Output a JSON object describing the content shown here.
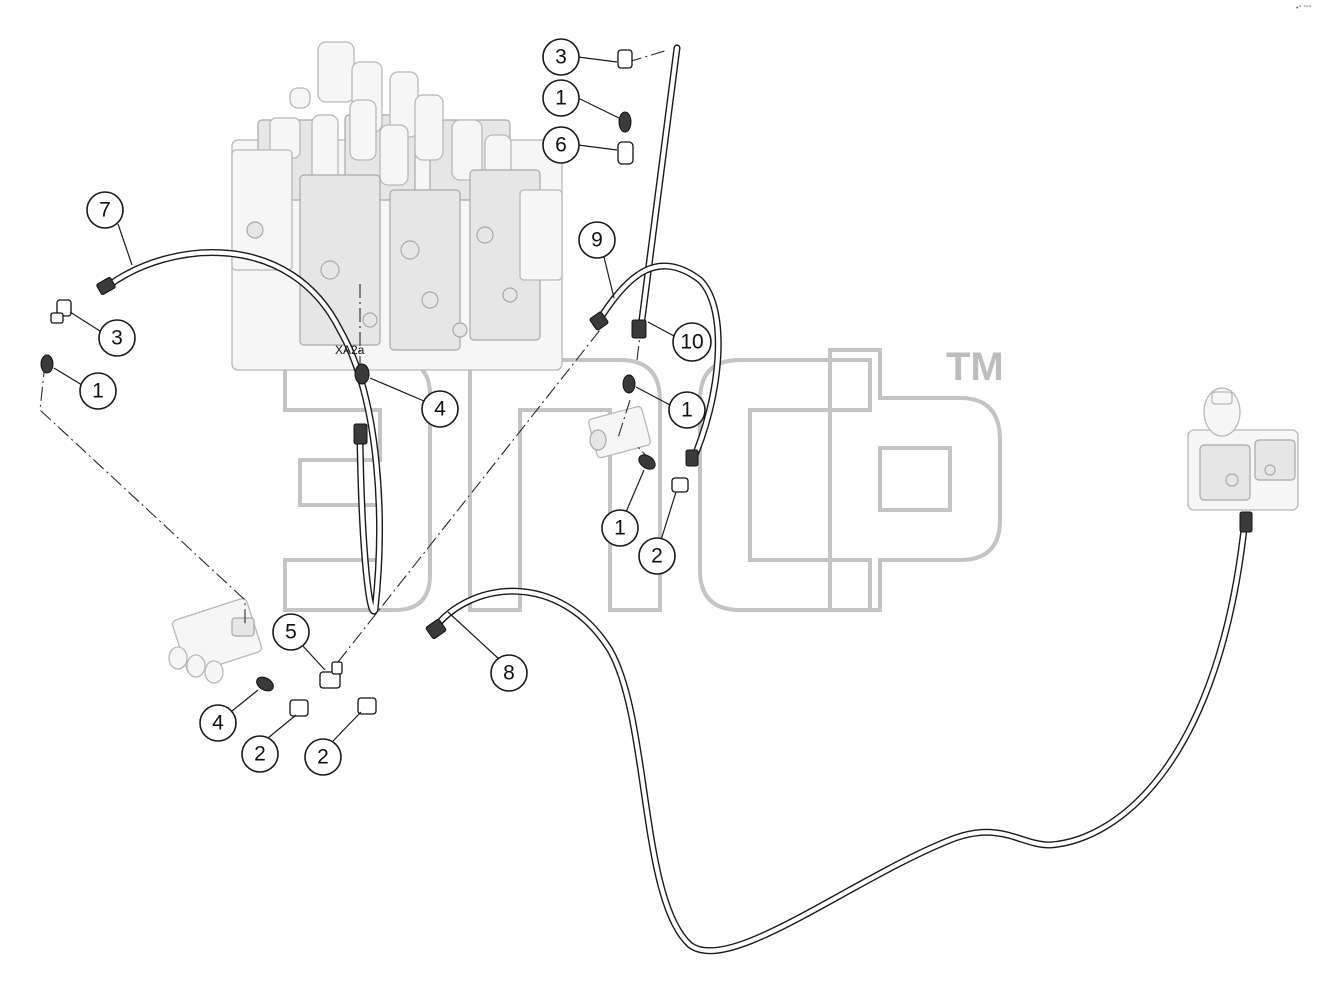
{
  "corner_mark": "•° °°°",
  "port_label": "XA2a",
  "watermark": {
    "tm": "TM"
  },
  "callouts": [
    {
      "id": "c-3-top",
      "label": "3"
    },
    {
      "id": "c-1-top",
      "label": "1"
    },
    {
      "id": "c-6",
      "label": "6"
    },
    {
      "id": "c-7",
      "label": "7"
    },
    {
      "id": "c-3-left",
      "label": "3"
    },
    {
      "id": "c-1-left",
      "label": "1"
    },
    {
      "id": "c-4-mid",
      "label": "4"
    },
    {
      "id": "c-9",
      "label": "9"
    },
    {
      "id": "c-10",
      "label": "10"
    },
    {
      "id": "c-1-right",
      "label": "1"
    },
    {
      "id": "c-1-lower",
      "label": "1"
    },
    {
      "id": "c-2-right",
      "label": "2"
    },
    {
      "id": "c-5",
      "label": "5"
    },
    {
      "id": "c-8",
      "label": "8"
    },
    {
      "id": "c-4-low",
      "label": "4"
    },
    {
      "id": "c-2-low-a",
      "label": "2"
    },
    {
      "id": "c-2-low-b",
      "label": "2"
    }
  ]
}
